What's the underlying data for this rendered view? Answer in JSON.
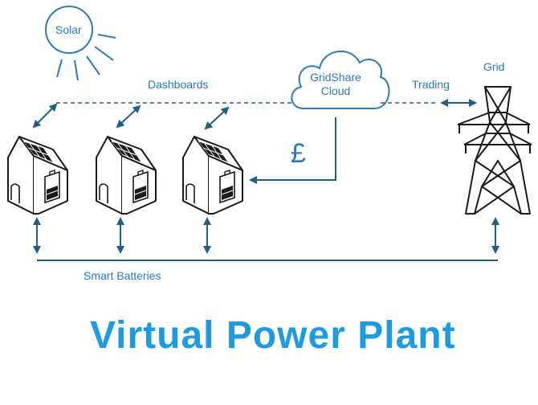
{
  "colors": {
    "accent": "#2a7ab8",
    "line": "#1f5f86",
    "title": "#1e9be0",
    "ink": "#1a1a1a"
  },
  "labels": {
    "solar": "Solar",
    "dashboards": "Dashboards",
    "cloud_line1": "GridShare",
    "cloud_line2": "Cloud",
    "trading": "Trading",
    "grid": "Grid",
    "pound": "£",
    "smart_batteries": "Smart Batteries"
  },
  "title": "Virtual Power Plant",
  "icons": [
    "sun-icon",
    "cloud-icon",
    "house-icon",
    "solar-panel-icon",
    "battery-icon",
    "pylon-icon",
    "double-arrow-icon"
  ]
}
